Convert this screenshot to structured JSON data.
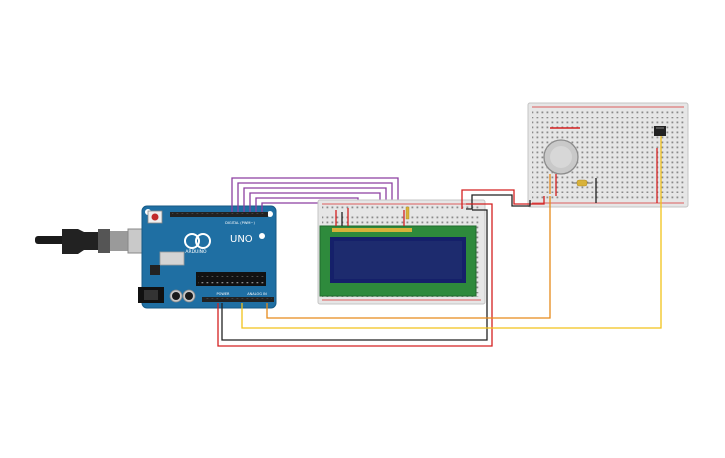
{
  "arduino": {
    "brand": "ARDUINO",
    "model": "UNO",
    "digital_label": "DIGITAL (PWM~)",
    "power_label": "POWER",
    "analog_label": "ANALOG IN"
  },
  "colors": {
    "arduino_board": "#1f6fa3",
    "breadboard": "#e6e6e6",
    "lcd_frame": "#2e8a3c",
    "lcd_screen": "#1d2b6e",
    "wire_purple": "#8c3fa0",
    "wire_red": "#d42020",
    "wire_black": "#222222",
    "wire_orange": "#e68a1a",
    "wire_yellow": "#f2c21a",
    "rail_red": "#d93030"
  },
  "components": [
    "arduino-uno",
    "usb-cable",
    "lcd-16x2",
    "breadboard-lcd",
    "breadboard-sensor",
    "gas-sensor",
    "temperature-sensor",
    "resistor",
    "potentiometer"
  ]
}
